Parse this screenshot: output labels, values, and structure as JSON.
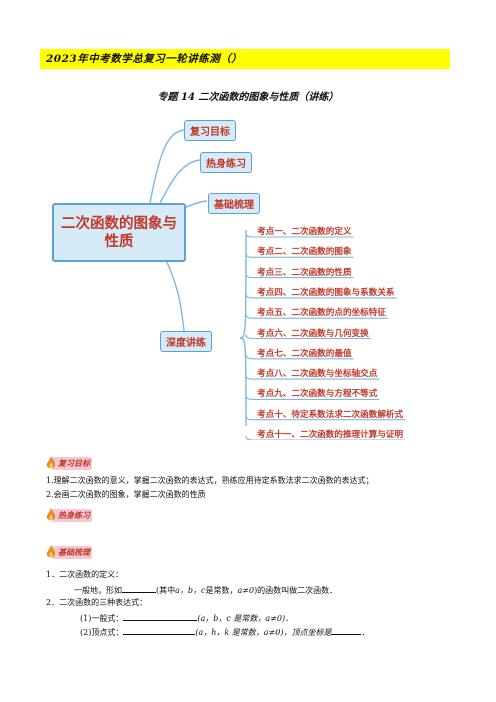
{
  "header": {
    "title": "2023年中考数学总复习一轮讲练测（）"
  },
  "subtitle": "专题 14 二次函数的图象与性质（讲练）",
  "mindmap": {
    "root": "二次函数的图象与性质",
    "branches": [
      "复习目标",
      "热身练习",
      "基础梳理",
      "深度讲练"
    ],
    "points": [
      "考点一、二次函数的定义",
      "考点二、二次函数的图象",
      "考点三、二次函数的性质",
      "考点四、二次函数的图象与系数关系",
      "考点五、二次函数的点的坐标特征",
      "考点六、二次函数与几何变换",
      "考点七、二次函数的最值",
      "考点八、二次函数与坐标轴交点",
      "考点九、二次函数与方程不等式",
      "考点十、待定系数法求二次函数解析式",
      "考点十一、二次函数的推理计算与证明"
    ]
  },
  "sections": {
    "review_goal": {
      "label": "复习目标",
      "lines": [
        "1.理解二次函数的意义，掌握二次函数的表达式，熟练应用待定系数法求二次函数的表达式；",
        "2.会画二次函数的图象，掌握二次函数的性质"
      ]
    },
    "warmup": {
      "label": "热身练习"
    },
    "basics": {
      "label": "基础梳理",
      "item1_title": "1．二次函数的定义：",
      "item1_a": "一般地，形如",
      "item1_b": "(其中",
      "item1_c": "a，b，c",
      "item1_d": "是常数，",
      "item1_e": "a≠0",
      "item1_f": ")的函数叫做二次函数．",
      "item2_title": "2．二次函数的三种表达式：",
      "form1_label": "(1)一般式：",
      "form1_paren": "(a，b，c 是常数，a≠0)．",
      "form2_label": "(2)顶点式：",
      "form2_paren": "(a，h，k 是常数，a≠0)，顶点坐标是",
      "form2_end": "．"
    }
  }
}
